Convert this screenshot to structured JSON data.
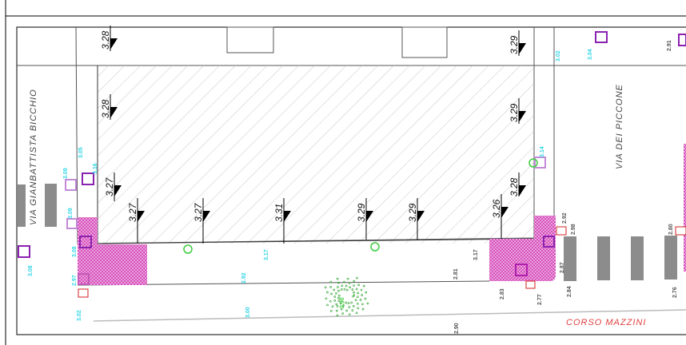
{
  "streets": {
    "via_bicchio": "VIA  GIANBATTISTA  BICCHIO",
    "via_piccone": "VIA  DEI  PICCONE",
    "corso_mazzini": "CORSO  MAZZINI"
  },
  "building_elevations": [
    "3.28",
    "3.28",
    "3.27",
    "3.27",
    "3.27",
    "3.31",
    "3.29",
    "3.29",
    "3.26",
    "3.28",
    "3.29",
    "3.29"
  ],
  "cyan_spot_heights": [
    "3.05",
    "3.09",
    "3.16",
    "3.09",
    "3.08",
    "3.08",
    "2.97",
    "3.02",
    "3.17",
    "2.92",
    "3.00",
    "3.14",
    "3.02",
    "3.04"
  ],
  "gray_spot_heights": [
    "2.91",
    "2.81",
    "3.17",
    "2.83",
    "2.77",
    "2.84",
    "2.87",
    "2.92",
    "2.98",
    "2.80",
    "2.76",
    "2.90"
  ],
  "green_spot_height": "2.90",
  "colors": {
    "cyan": "#2fd6e6",
    "purple": "#8a22b0",
    "magenta": "#d23cb4",
    "red": "#d62020",
    "green": "#3ccc3c",
    "gray": "#888888"
  }
}
